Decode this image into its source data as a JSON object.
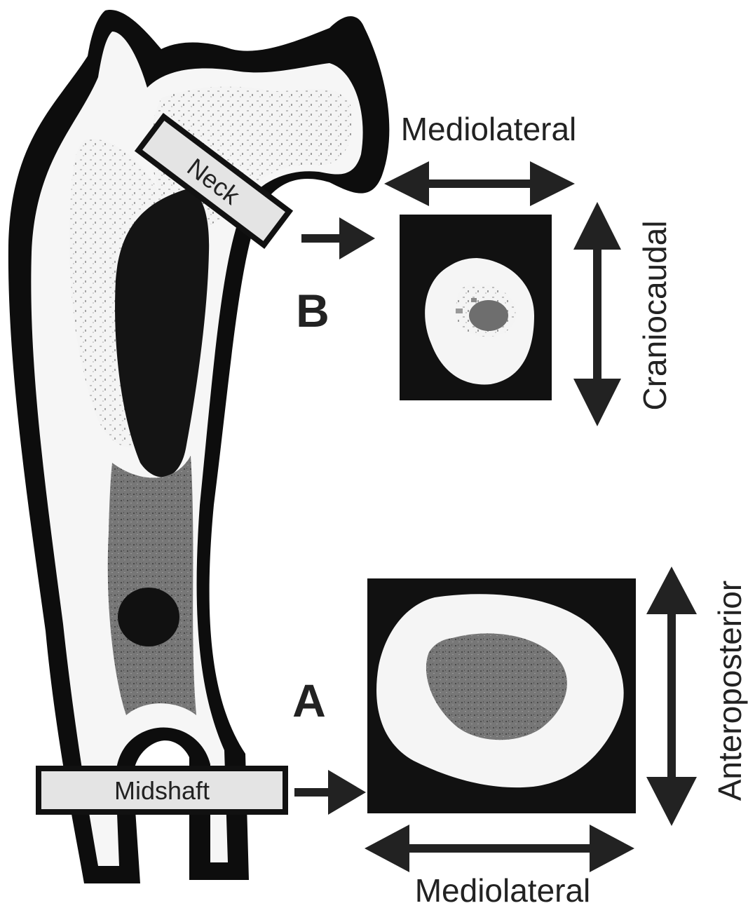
{
  "labels": {
    "neck": "Neck",
    "midshaft": "Midshaft",
    "panel_b": "B",
    "panel_a": "A",
    "b_horizontal": "Mediolateral",
    "b_vertical": "Craniocaudal",
    "a_horizontal": "Mediolateral",
    "a_vertical": "Anteroposterior"
  },
  "colors": {
    "cortical_bone": "#f7f7f7",
    "marrow_dark": "#141414",
    "marrow_gray": "#6f6f6f",
    "outline": "#111111",
    "label_box_fill": "#e4e4e4",
    "arrow": "#222222"
  }
}
